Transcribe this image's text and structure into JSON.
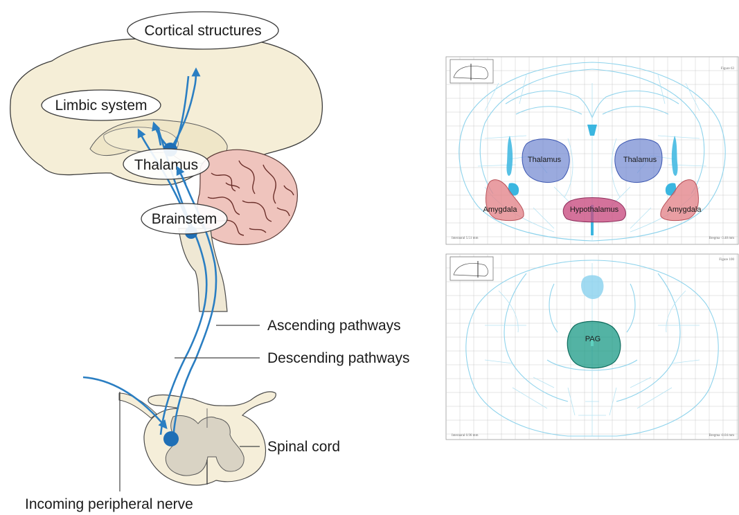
{
  "diagram": {
    "oval_labels": {
      "cortical": "Cortical structures",
      "limbic": "Limbic system",
      "thalamus": "Thalamus",
      "brainstem": "Brainstem"
    },
    "pathway_labels": {
      "ascending": "Ascending pathways",
      "descending": "Descending pathways",
      "spinal": "Spinal cord",
      "peripheral": "Incoming peripheral nerve"
    },
    "colors": {
      "pathway": "#2a7ec2",
      "cortex": "#f5eed7",
      "cerebellum": "#efc4bd",
      "atlas_lines": "#8ed3ec",
      "thalamus_region": "#6f86d0",
      "amygdala_region": "#e4868c",
      "hypothalamus_region": "#c94f82",
      "pag_region": "#1a9a86"
    }
  },
  "atlas_top": {
    "figure_label": "Figure 63",
    "interaural": "Interaural 5.51 mm",
    "bregma": "Bregma -3.48 mm",
    "regions": {
      "thalamus_left": "Thalamus",
      "thalamus_right": "Thalamus",
      "amygdala_left": "Amygdala",
      "amygdala_right": "Amygdala",
      "hypothalamus": "Hypothalamus"
    }
  },
  "atlas_bottom": {
    "figure_label": "Figure 100",
    "interaural": "Interaural 0.96 mm",
    "bregma": "Bregma -8.04 mm",
    "regions": {
      "pag": "PAG"
    }
  }
}
